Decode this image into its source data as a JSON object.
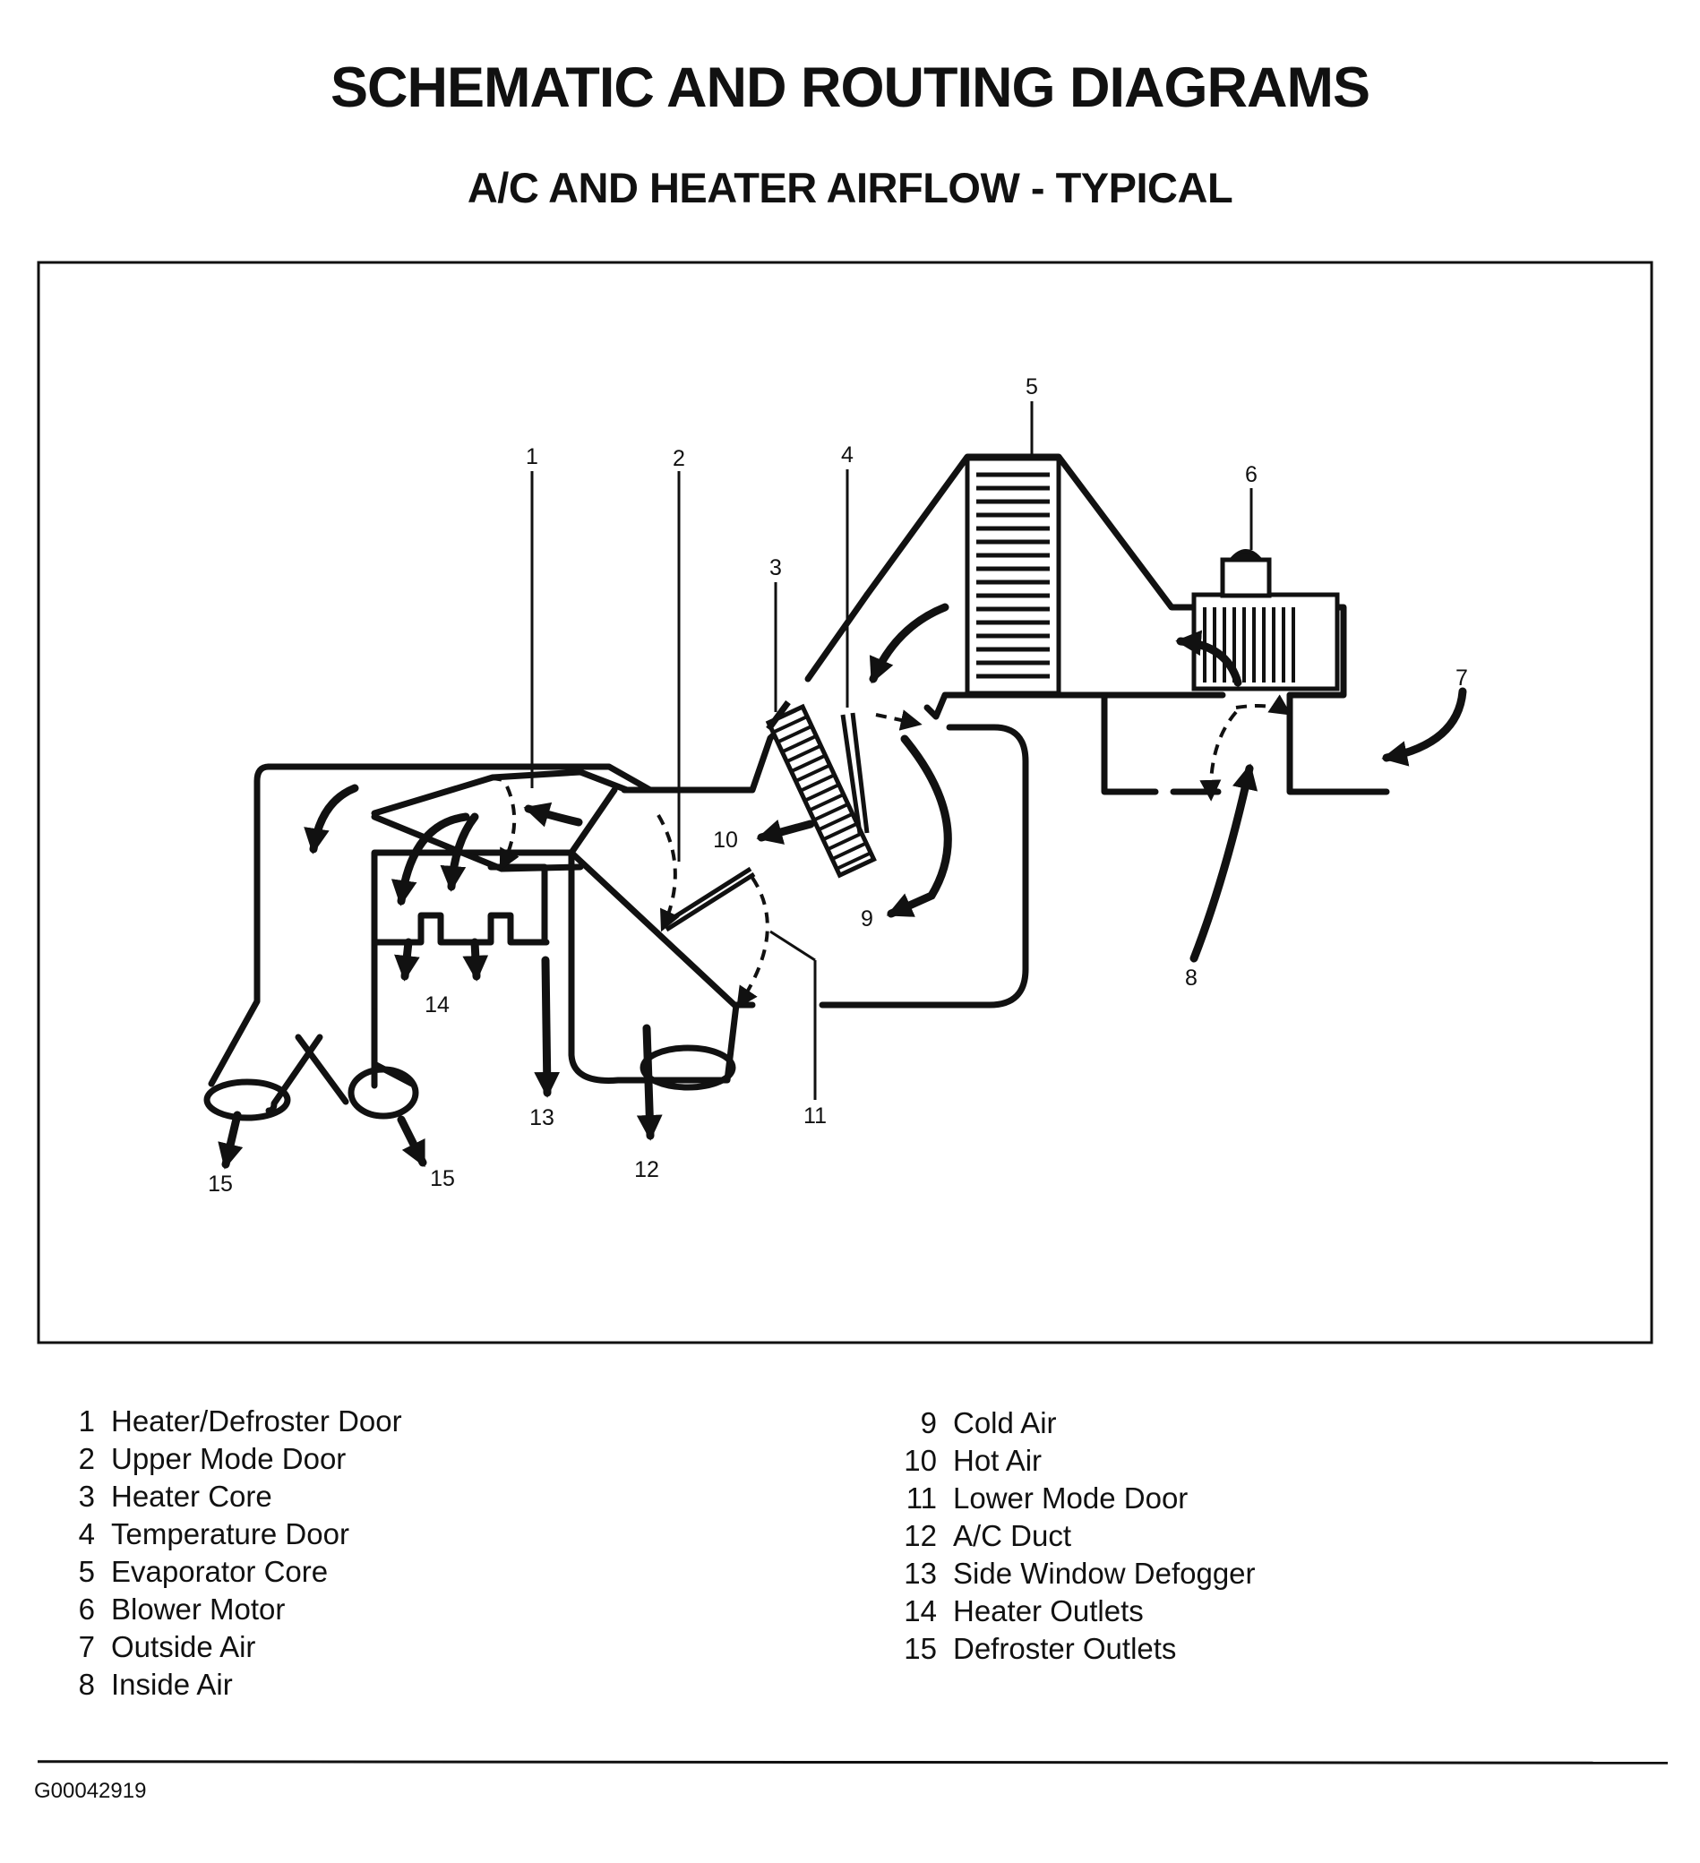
{
  "page": {
    "title": "SCHEMATIC AND ROUTING DIAGRAMS",
    "subtitle": "A/C AND HEATER AIRFLOW - TYPICAL",
    "figure_id": "G00042919"
  },
  "callouts": [
    "1",
    "2",
    "3",
    "4",
    "5",
    "6",
    "7",
    "8",
    "9",
    "10",
    "11",
    "12",
    "13",
    "14",
    "15",
    "15"
  ],
  "legend": {
    "left": [
      {
        "num": "1",
        "label": "Heater/Defroster Door"
      },
      {
        "num": "2",
        "label": "Upper Mode Door"
      },
      {
        "num": "3",
        "label": "Heater Core"
      },
      {
        "num": "4",
        "label": "Temperature Door"
      },
      {
        "num": "5",
        "label": "Evaporator Core"
      },
      {
        "num": "6",
        "label": "Blower Motor"
      },
      {
        "num": "7",
        "label": "Outside Air"
      },
      {
        "num": "8",
        "label": "Inside Air"
      }
    ],
    "right": [
      {
        "num": "9",
        "label": "Cold Air"
      },
      {
        "num": "10",
        "label": "Hot Air"
      },
      {
        "num": "11",
        "label": "Lower Mode Door"
      },
      {
        "num": "12",
        "label": "A/C Duct"
      },
      {
        "num": "13",
        "label": "Side Window Defogger"
      },
      {
        "num": "14",
        "label": "Heater Outlets"
      },
      {
        "num": "15",
        "label": "Defroster Outlets"
      }
    ]
  }
}
